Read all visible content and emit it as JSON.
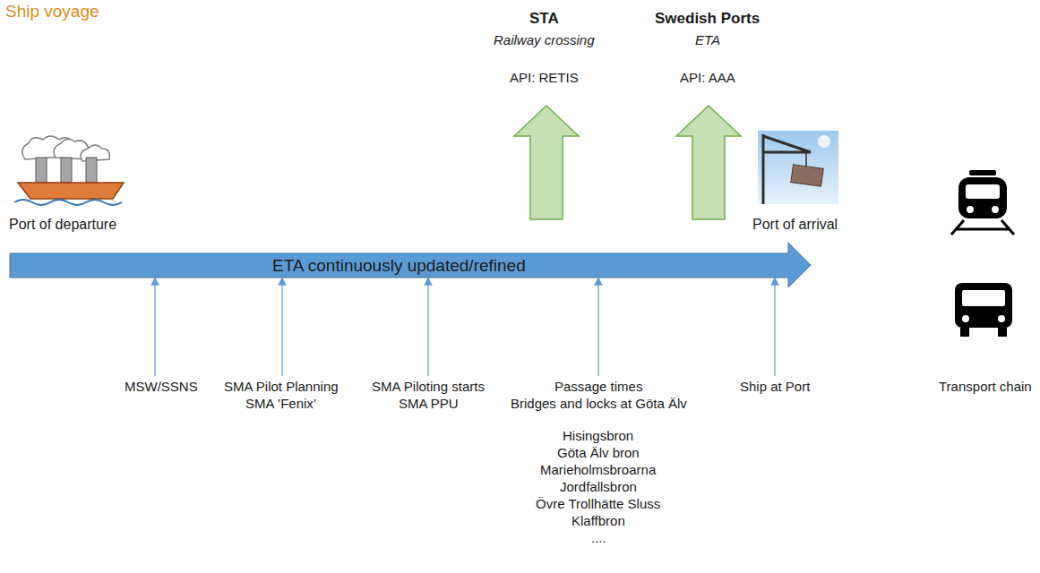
{
  "diagram": {
    "title": "Ship voyage",
    "nodes": [
      {
        "text": [
          "ETA continuously updated/refined"
        ]
      }
    ],
    "labels": [
      "STA",
      "Railway crossing",
      "API: RETIS",
      "Swedish Ports",
      "ETA",
      "API: AAA",
      "Port of departure",
      "Port of arrival",
      "MSW/SSNS",
      "SMA Pilot Planning",
      "SMA ’Fenix’",
      "SMA Piloting starts",
      "SMA PPU",
      "Passage times",
      "Bridges and locks at Göta Älv",
      "Hisingsbron",
      "Göta Älv bron",
      "Marieholmsbroarna",
      "Jordfallsbron",
      "Övre Trollhätte Sluss",
      "Klaffbron",
      "....",
      "Ship at Port",
      "Transport chain"
    ]
  }
}
